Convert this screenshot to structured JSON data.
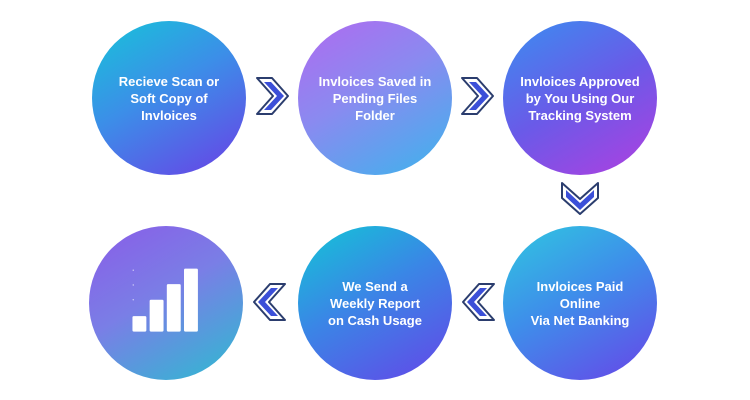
{
  "diagram": {
    "steps": [
      {
        "label": "Recieve Scan or\nSoft Copy of Invloices"
      },
      {
        "label": "Invloices Saved in\nPending Files Folder"
      },
      {
        "label": "Invloices Approved\nby You Using Our\nTracking System"
      },
      {
        "label": "Invloices Paid Online\nVia Net Banking"
      },
      {
        "label": "We Send a\nWeekly Report\non Cash Usage"
      }
    ],
    "final_icon": "bar-chart-icon",
    "chart_levels": [
      0.25,
      0.5,
      0.75,
      1.0
    ],
    "colors": {
      "arrow_outline": "#2b3d6e",
      "arrow_fill": "#3b4fd8",
      "bar_fill": "#ffffff"
    }
  }
}
